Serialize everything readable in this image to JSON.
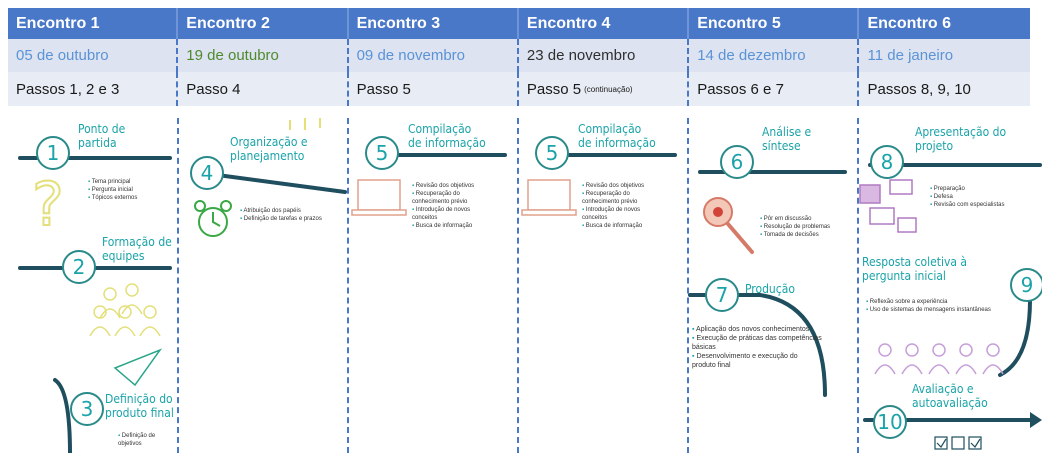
{
  "columns": [
    {
      "header": "Encontro 1",
      "date": "05 de outubro",
      "date_color": "#5a93d6",
      "steps": "Passos 1, 2 e 3",
      "steps_note": ""
    },
    {
      "header": "Encontro  2",
      "date": "19 de outubro",
      "date_color": "#4e8a2e",
      "steps": "Passo 4",
      "steps_note": ""
    },
    {
      "header": "Encontro 3",
      "date": "09 de novembro",
      "date_color": "#5a93d6",
      "steps": "Passo 5",
      "steps_note": ""
    },
    {
      "header": "Encontro 4",
      "date": "23 de novembro",
      "date_color": "#2f2f2f",
      "steps": "Passo 5",
      "steps_note": "(continuação)"
    },
    {
      "header": "Encontro 5",
      "date": "14 de dezembro",
      "date_color": "#5a93d6",
      "steps": "Passos 6 e 7",
      "steps_note": ""
    },
    {
      "header": "Encontro 6",
      "date": "11 de janeiro",
      "date_color": "#5a93d6",
      "steps": "Passos 8, 9, 10",
      "steps_note": ""
    }
  ],
  "steps": {
    "s1": {
      "num": "1",
      "title": "Ponto de partida",
      "bullets": [
        "Tema principal",
        "Pergunta inicial",
        "Tópicos externos"
      ]
    },
    "s2": {
      "num": "2",
      "title": "Formação de equipes"
    },
    "s3": {
      "num": "3",
      "title": "Definição do produto final",
      "bullets": [
        "Definição de objetivos"
      ]
    },
    "s4": {
      "num": "4",
      "title": "Organização e planejamento",
      "bullets": [
        "Atribuição dos papéis",
        "Definição de tarefas e prazos"
      ]
    },
    "s5a": {
      "num": "5",
      "title": "Compilação de informação",
      "bullets": [
        "Revisão dos objetivos",
        "Recuperação do conhecimento prévio",
        "Introdução de novos conceitos",
        "Busca de informação"
      ]
    },
    "s5b": {
      "num": "5",
      "title": "Compilação de informação",
      "bullets": [
        "Revisão dos objetivos",
        "Recuperação do conhecimento prévio",
        "Introdução de novos conceitos",
        "Busca de informação"
      ]
    },
    "s6": {
      "num": "6",
      "title": "Análise e síntese",
      "bullets": [
        "Pôr em discussão",
        "Resolução de problemas",
        "Tomada de decisões"
      ]
    },
    "s7": {
      "num": "7",
      "title": "Produção",
      "bullets": [
        "Aplicação dos novos conhecimentos",
        "Execução de práticas das competências básicas",
        "Desenvolvimento e execução do produto final"
      ]
    },
    "s8": {
      "num": "8",
      "title": "Apresentação do projeto",
      "bullets": [
        "Preparação",
        "Defesa",
        "Revisão com especialistas"
      ]
    },
    "s9": {
      "num": "9",
      "title": "Resposta coletiva à pergunta inicial",
      "bullets": [
        "Reflexão sobre a experiência",
        "Uso de sistemas de mensagens instantâneas"
      ]
    },
    "s10": {
      "num": "10",
      "title": "Avaliação e autoavaliação"
    }
  },
  "colors": {
    "header": "#4A78C8",
    "accent": "#1aa3a8",
    "road": "#1f4e5e"
  }
}
